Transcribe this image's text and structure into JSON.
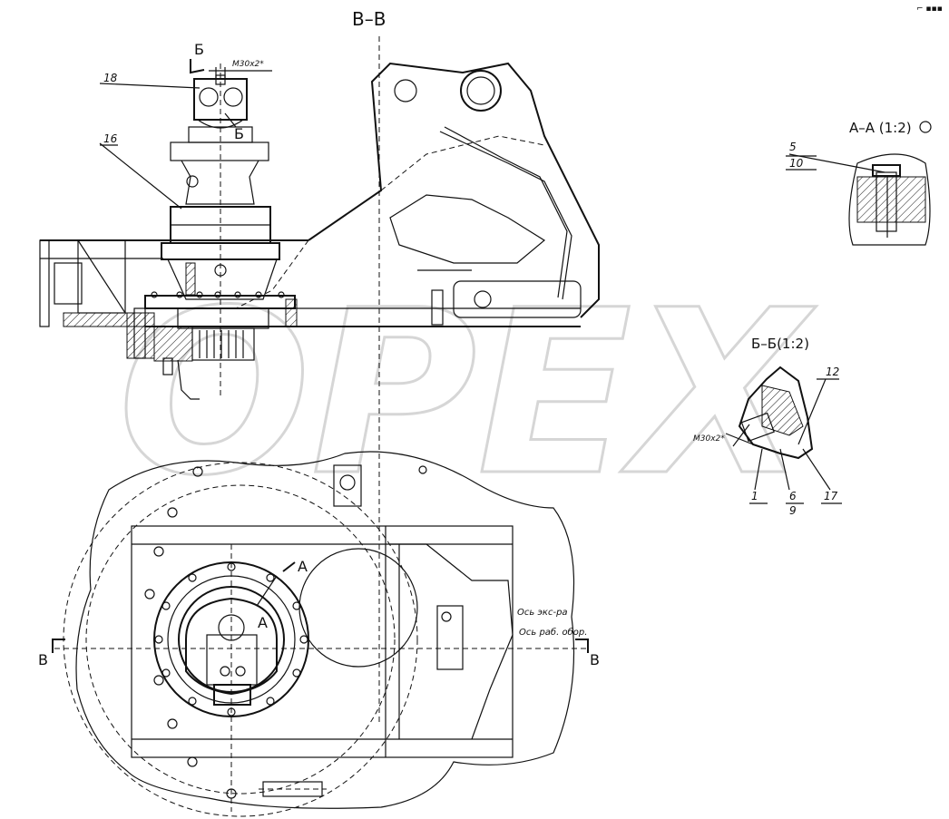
{
  "drawing": {
    "section_title": "В–В",
    "section_aa_title": "А–А (1:2)",
    "section_bb_title": "Б–Б(1:2)",
    "watermark": "OPEX",
    "corner_mark": "⌐ ▪▪▪",
    "cut_marks": {
      "b_top": "Б",
      "b_arrow": "Б",
      "a_top": "А",
      "a_arrow": "А",
      "v_left": "В",
      "v_right": "В"
    },
    "thread_labels": {
      "main": "М30х2*",
      "bb": "М30х2*"
    },
    "part_numbers": {
      "p18": "18",
      "p16": "16",
      "p5": "5",
      "p10": "10",
      "p12": "12",
      "p1": "1",
      "p6": "6",
      "p9": "9",
      "p17": "17"
    },
    "axis_labels": {
      "excavator_axis": "Ось экс-ра",
      "work_equipment_axis": "Ось раб. обор."
    }
  }
}
